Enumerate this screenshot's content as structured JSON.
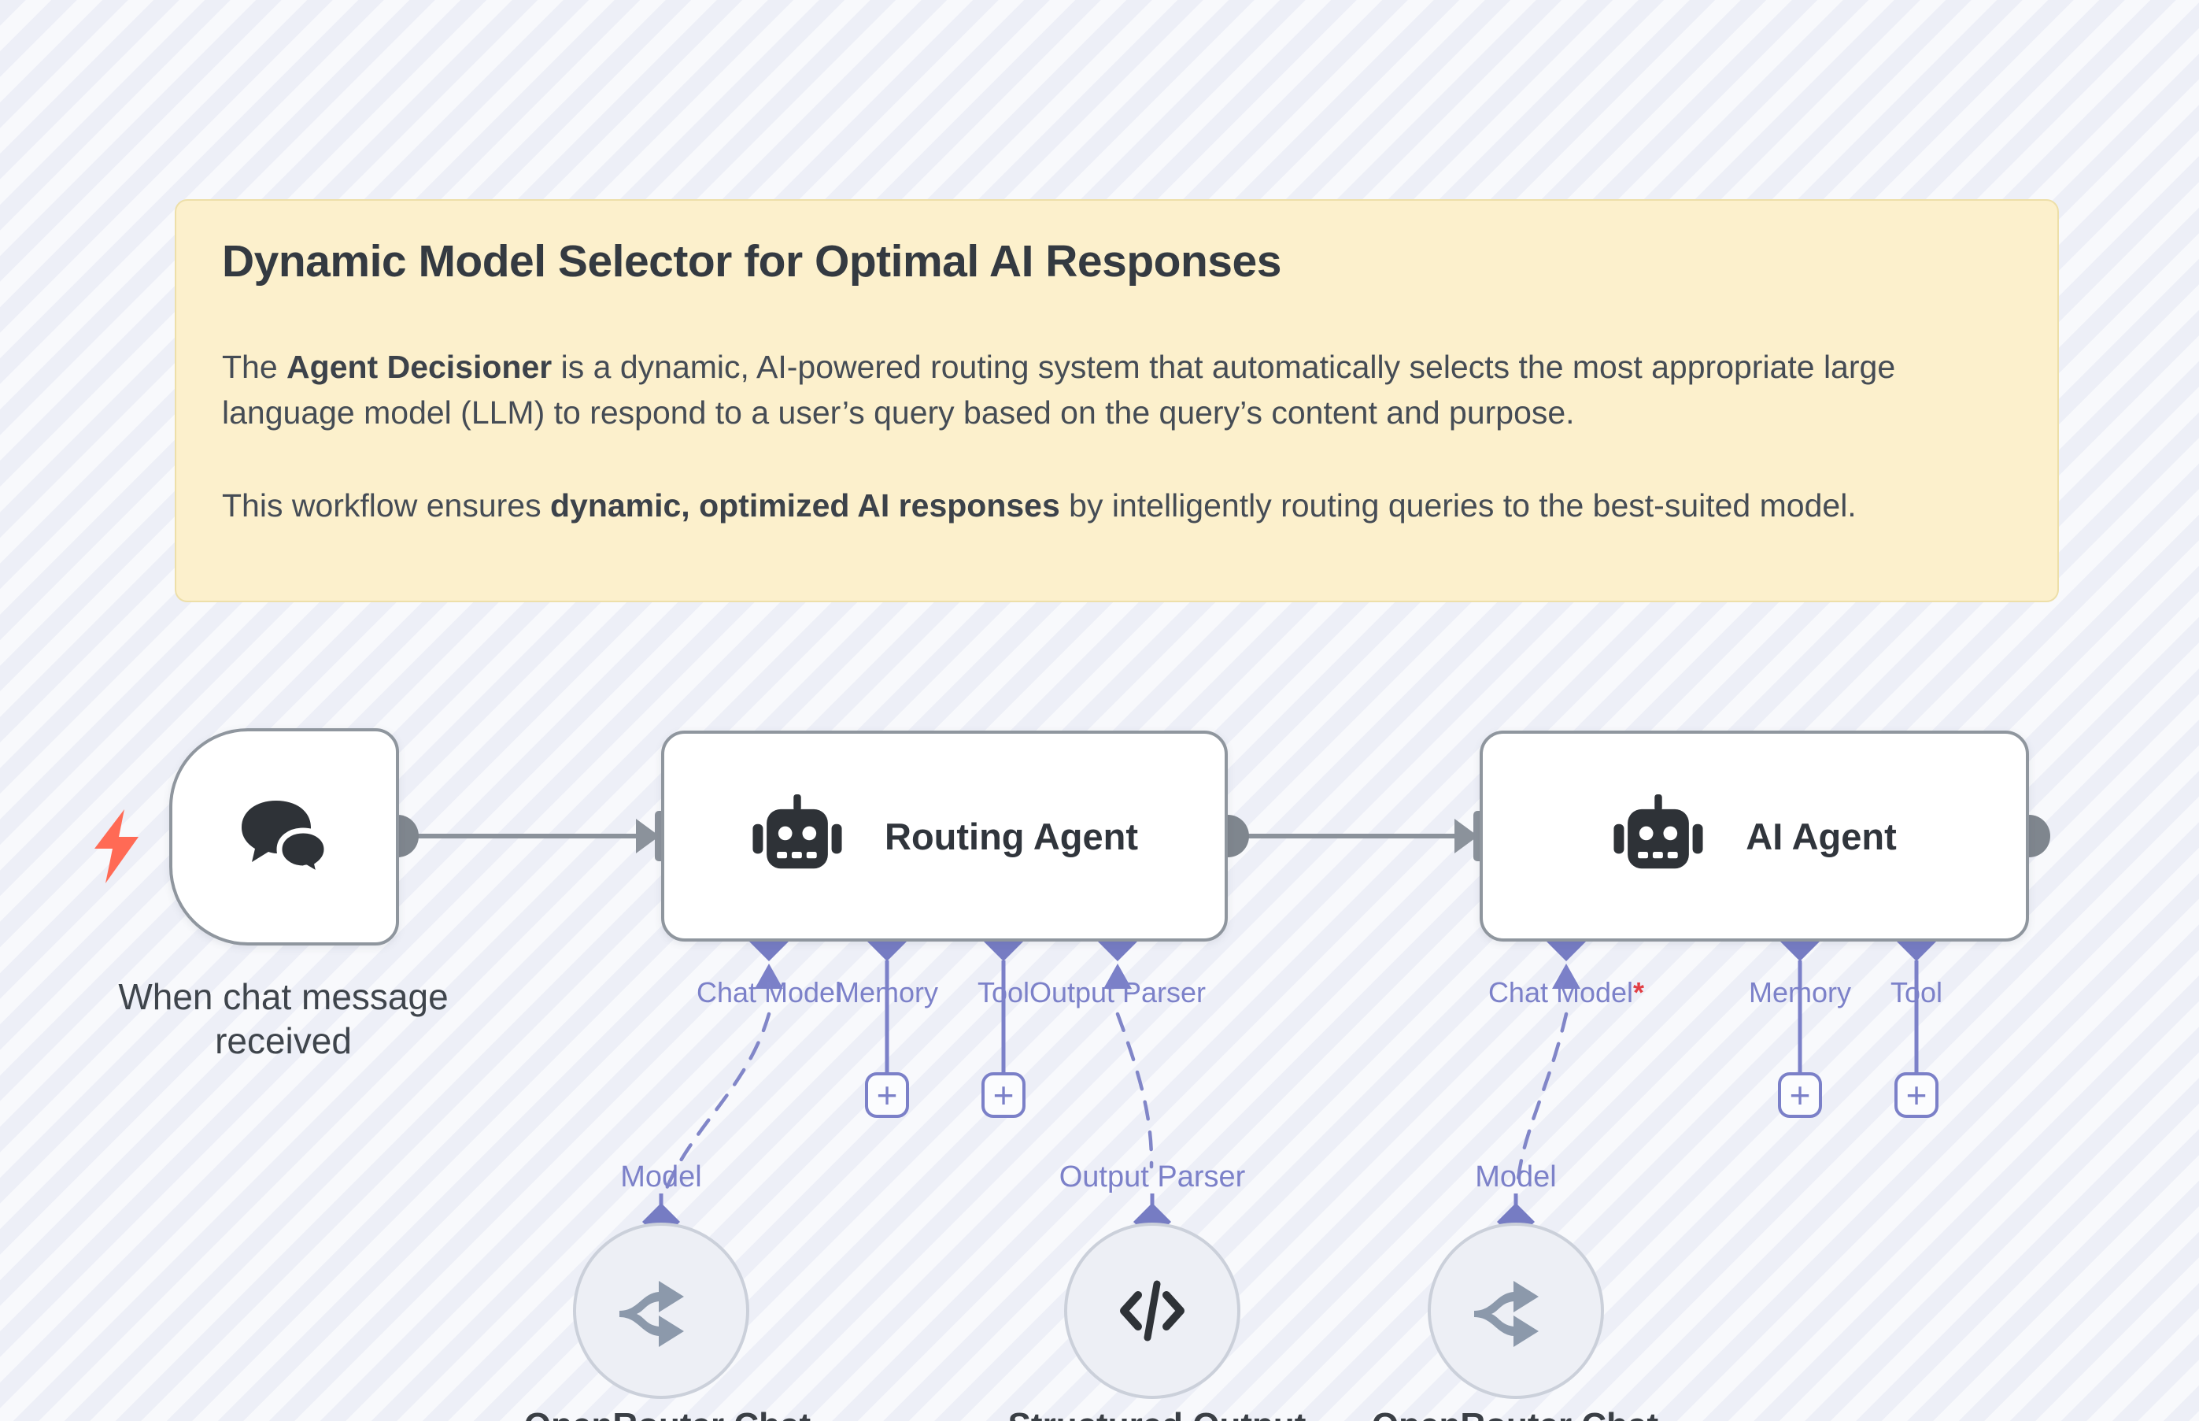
{
  "sticky_note": {
    "title": "Dynamic Model Selector for Optimal AI Responses",
    "p1_pre": "The ",
    "p1_bold": "Agent Decisioner",
    "p1_post": " is a dynamic, AI-powered routing system that automatically selects the most appropriate large language model (LLM) to respond to a user’s query based on the query’s content and purpose.",
    "p2_pre": "This workflow ensures ",
    "p2_bold": "dynamic, optimized AI responses",
    "p2_post": " by intelligently routing queries to the best-suited model.",
    "bg_color": "#fcf0cc",
    "border_color": "#eddfa9"
  },
  "nodes": {
    "trigger": {
      "label": "When chat message received",
      "icon": "chat-bubbles-icon"
    },
    "routing_agent": {
      "title": "Routing Agent",
      "icon": "robot-icon",
      "ports": [
        "Chat Model",
        "Memory",
        "Tool",
        "Output Parser"
      ]
    },
    "ai_agent": {
      "title": "AI Agent",
      "icon": "robot-icon",
      "ports": [
        "Chat Model",
        "Memory",
        "Tool"
      ],
      "required_marker": "*"
    },
    "sub_nodes": [
      {
        "port_label": "Model",
        "name": "OpenRouter Chat",
        "icon": "openrouter-route-icon"
      },
      {
        "port_label": "Output Parser",
        "name": "Structured Output",
        "icon": "code-brackets-icon"
      },
      {
        "port_label": "Model",
        "name": "OpenRouter Chat",
        "icon": "openrouter-route-icon"
      }
    ],
    "plus_label": "+"
  },
  "colors": {
    "canvas_stripe_a": "#edeff7",
    "canvas_stripe_b": "#f8f9fc",
    "connector_gray": "#8b929b",
    "ai_connector_indigo": "#7b80c8",
    "trigger_bolt_coral": "#ff6a55",
    "required_red": "#e23e44",
    "node_border": "#8f969e",
    "sub_circle_fill": "#edeff5",
    "icon_dark": "#2e3237",
    "icon_slate": "#8c99ab"
  }
}
